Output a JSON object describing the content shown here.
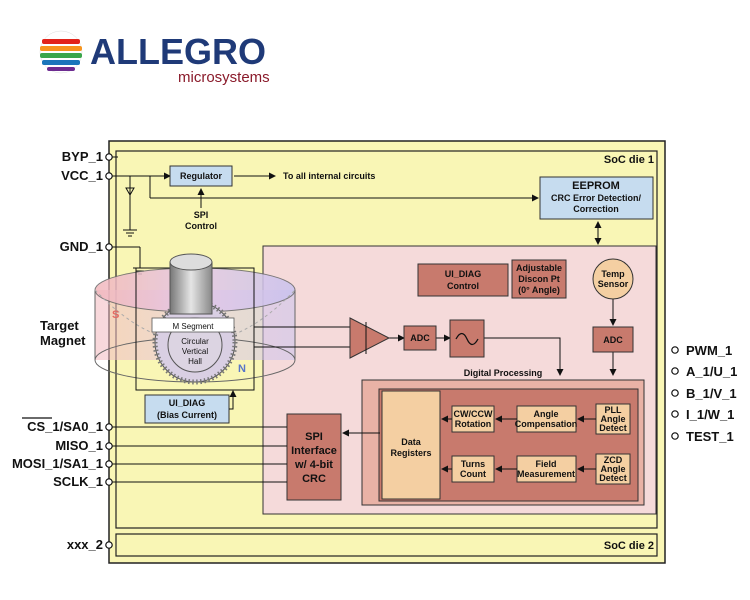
{
  "logo": {
    "brand": "ALLEGRO",
    "tagline": "microsystems"
  },
  "pins_left": [
    "BYP_1",
    "VCC_1",
    "GND_1",
    "CS_1/SA0_1",
    "MISO_1",
    "MOSI_1/SA1_1",
    "SCLK_1",
    "xxx_2"
  ],
  "pins_right": [
    "PWM_1",
    "A_1/U_1",
    "B_1/V_1",
    "I_1/W_1",
    "TEST_1"
  ],
  "labels": {
    "soc_die1": "SoC die 1",
    "soc_die2": "SoC die 2",
    "regulator": "Regulator",
    "to_all": "To all internal circuits",
    "spi_control": [
      "SPI",
      "Control"
    ],
    "eeprom": "EEPROM",
    "crc_error": [
      "CRC Error Detection/",
      "Correction"
    ],
    "target_magnet": [
      "Target",
      "Magnet"
    ],
    "m_segment": "M Segment",
    "cvh": [
      "Circular",
      "Vertical",
      "Hall"
    ],
    "magnet_s": "S",
    "magnet_n": "N",
    "ui_diag_bias": [
      "UI_DIAG",
      "(Bias Current)"
    ],
    "ui_diag_control": [
      "UI_DIAG",
      "Control"
    ],
    "adjustable": [
      "Adjustable",
      "Discon Pt",
      "(0° Angle)"
    ],
    "temp_sensor": [
      "Temp",
      "Sensor"
    ],
    "adc": "ADC",
    "digital_processing": "Digital Processing",
    "data_registers": [
      "Data",
      "Registers"
    ],
    "cw_ccw": [
      "CW/CCW",
      "Rotation"
    ],
    "angle_comp": [
      "Angle",
      "Compensation"
    ],
    "pll": [
      "PLL",
      "Angle",
      "Detect"
    ],
    "turns_count": [
      "Turns",
      "Count"
    ],
    "field_meas": [
      "Field",
      "Measurement"
    ],
    "zcd": [
      "ZCD",
      "Angle",
      "Detect"
    ],
    "spi_interface": [
      "SPI",
      "Interface",
      "w/ 4-bit",
      "CRC"
    ]
  },
  "colors": {
    "outer_fill": "#f9f6b5",
    "digital_fill": "#f5dada",
    "proc_fill": "#e9b2a6",
    "block_dark": "#c87a6d",
    "block_light": "#f4cfa2",
    "blue_box": "#c6dcef",
    "brand_blue": "#1f3a78",
    "brand_red": "#8a1a2a"
  }
}
